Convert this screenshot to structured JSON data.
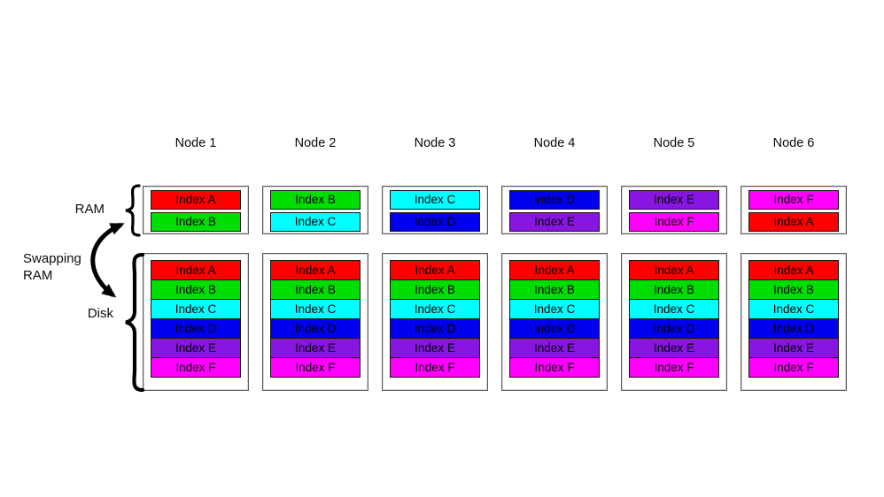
{
  "labels": {
    "ram": "RAM",
    "swapping_ram": "Swapping RAM",
    "disk": "Disk"
  },
  "index_colors": {
    "Index A": "#ff0000",
    "Index B": "#00dd00",
    "Index C": "#00ffff",
    "Index D": "#0000ee",
    "Index E": "#8815e0",
    "Index F": "#ff00ff"
  },
  "nodes": [
    {
      "label": "Node 1",
      "ram": [
        "Index A",
        "Index B"
      ],
      "disk": [
        "Index A",
        "Index B",
        "Index C",
        "Index D",
        "Index E",
        "Index F"
      ]
    },
    {
      "label": "Node 2",
      "ram": [
        "Index B",
        "Index C"
      ],
      "disk": [
        "Index A",
        "Index B",
        "Index C",
        "Index D",
        "Index E",
        "Index F"
      ]
    },
    {
      "label": "Node 3",
      "ram": [
        "Index C",
        "Index D"
      ],
      "disk": [
        "Index A",
        "Index B",
        "Index C",
        "Index D",
        "Index E",
        "Index F"
      ]
    },
    {
      "label": "Node 4",
      "ram": [
        "Index D",
        "Index E"
      ],
      "disk": [
        "Index A",
        "Index B",
        "Index C",
        "Index D",
        "Index E",
        "Index F"
      ]
    },
    {
      "label": "Node 5",
      "ram": [
        "Index E",
        "Index F"
      ],
      "disk": [
        "Index A",
        "Index B",
        "Index C",
        "Index D",
        "Index E",
        "Index F"
      ]
    },
    {
      "label": "Node 6",
      "ram": [
        "Index F",
        "Index A"
      ],
      "disk": [
        "Index A",
        "Index B",
        "Index C",
        "Index D",
        "Index E",
        "Index F"
      ]
    }
  ]
}
